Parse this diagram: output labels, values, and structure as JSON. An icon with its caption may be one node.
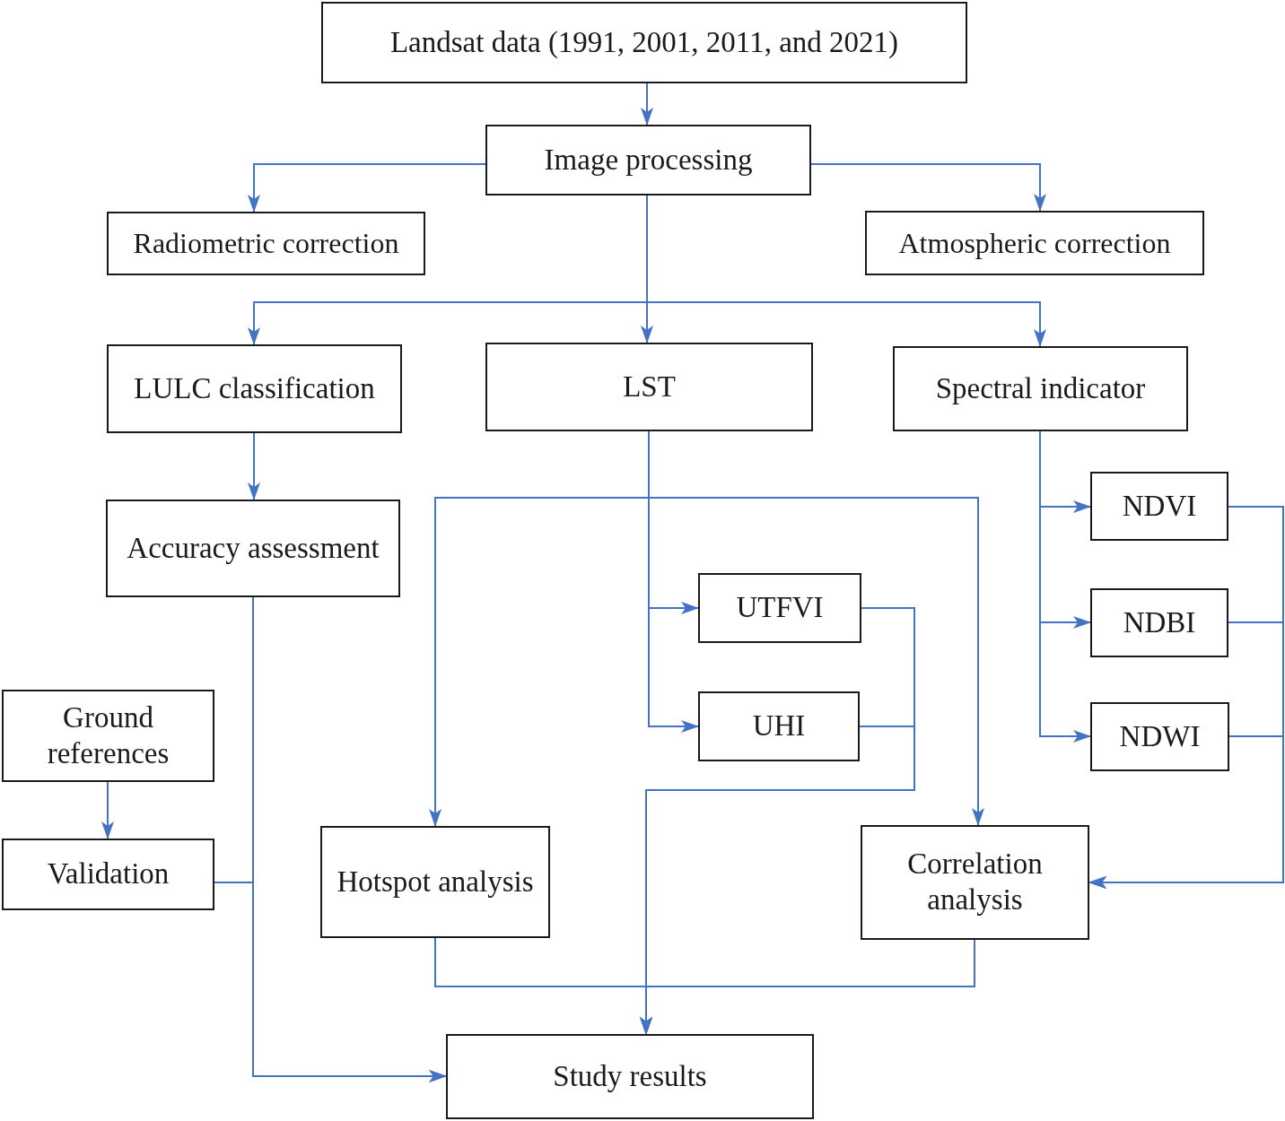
{
  "diagram": {
    "nodes": [
      {
        "text": [
          "Landsat data (1991, 2001, 2011, and 2021)"
        ]
      },
      {
        "text": [
          "Image processing"
        ]
      },
      {
        "text": [
          "Radiometric correction"
        ]
      },
      {
        "text": [
          "Atmospheric correction"
        ]
      },
      {
        "text": [
          "LULC classification"
        ]
      },
      {
        "text": [
          "LST"
        ]
      },
      {
        "text": [
          "Spectral indicator"
        ]
      },
      {
        "text": [
          "Accuracy assessment"
        ]
      },
      {
        "text": [
          "NDVI"
        ]
      },
      {
        "text": [
          "UTFVI"
        ]
      },
      {
        "text": [
          "NDBI"
        ]
      },
      {
        "text": [
          "Ground references"
        ]
      },
      {
        "text": [
          "UHI"
        ]
      },
      {
        "text": [
          "NDWI"
        ]
      },
      {
        "text": [
          "Hotspot analysis"
        ]
      },
      {
        "text": [
          "Correlation analysis"
        ]
      },
      {
        "text": [
          "Validation"
        ]
      },
      {
        "text": [
          "Study results"
        ]
      }
    ],
    "edges": [
      {
        "from": 0,
        "to": 1,
        "arrow": "to"
      },
      {
        "from": 1,
        "to": 2,
        "arrow": "to"
      },
      {
        "from": 1,
        "to": 3,
        "arrow": "to"
      },
      {
        "from": 1,
        "to": 4,
        "arrow": "to"
      },
      {
        "from": 1,
        "to": 5,
        "arrow": "to"
      },
      {
        "from": 1,
        "to": 6,
        "arrow": "to"
      },
      {
        "from": 4,
        "to": 7,
        "arrow": "to"
      },
      {
        "from": 5,
        "to": 14,
        "arrow": "to"
      },
      {
        "from": 5,
        "to": 15,
        "arrow": "to"
      },
      {
        "from": 5,
        "to": 9,
        "arrow": "to"
      },
      {
        "from": 5,
        "to": 12,
        "arrow": "to"
      },
      {
        "from": 6,
        "to": 8,
        "arrow": "to"
      },
      {
        "from": 6,
        "to": 10,
        "arrow": "to"
      },
      {
        "from": 6,
        "to": 13,
        "arrow": "to"
      },
      {
        "from": 8,
        "to": 15,
        "arrow": "to"
      },
      {
        "from": 10,
        "to": 15,
        "arrow": "to"
      },
      {
        "from": 13,
        "to": 15,
        "arrow": "to"
      },
      {
        "from": 9,
        "to": 17,
        "arrow": "to"
      },
      {
        "from": 12,
        "to": 17,
        "arrow": "to"
      },
      {
        "from": 11,
        "to": 16,
        "arrow": "to"
      },
      {
        "from": 16,
        "to": 17,
        "arrow": "to"
      },
      {
        "from": 7,
        "to": 17,
        "arrow": "to"
      },
      {
        "from": 14,
        "to": 17,
        "arrow": "to"
      },
      {
        "from": 15,
        "to": 17,
        "arrow": "to"
      }
    ]
  }
}
